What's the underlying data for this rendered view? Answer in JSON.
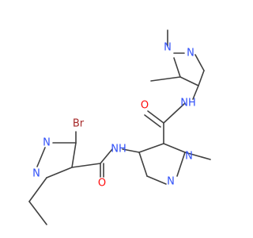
{
  "colors": {
    "bond": "#404040",
    "N": "#3050F8",
    "O": "#FF0D0D",
    "Br": "#A62929"
  },
  "atoms": [
    {
      "id": "n_top",
      "label": "N",
      "element": "N"
    },
    {
      "id": "n_top2",
      "label": "N",
      "element": "N"
    },
    {
      "id": "nh_top",
      "label": "NH",
      "element": "N"
    },
    {
      "id": "o_top",
      "label": "O",
      "element": "O"
    },
    {
      "id": "nh_mid",
      "label": "NH",
      "element": "N"
    },
    {
      "id": "n_mid1",
      "label": "N",
      "element": "N"
    },
    {
      "id": "n_mid2",
      "label": "N",
      "element": "N"
    },
    {
      "id": "br",
      "label": "Br",
      "element": "Br"
    },
    {
      "id": "o_left",
      "label": "O",
      "element": "O"
    },
    {
      "id": "n_left1",
      "label": "N",
      "element": "N"
    },
    {
      "id": "n_left2",
      "label": "N",
      "element": "N"
    }
  ]
}
